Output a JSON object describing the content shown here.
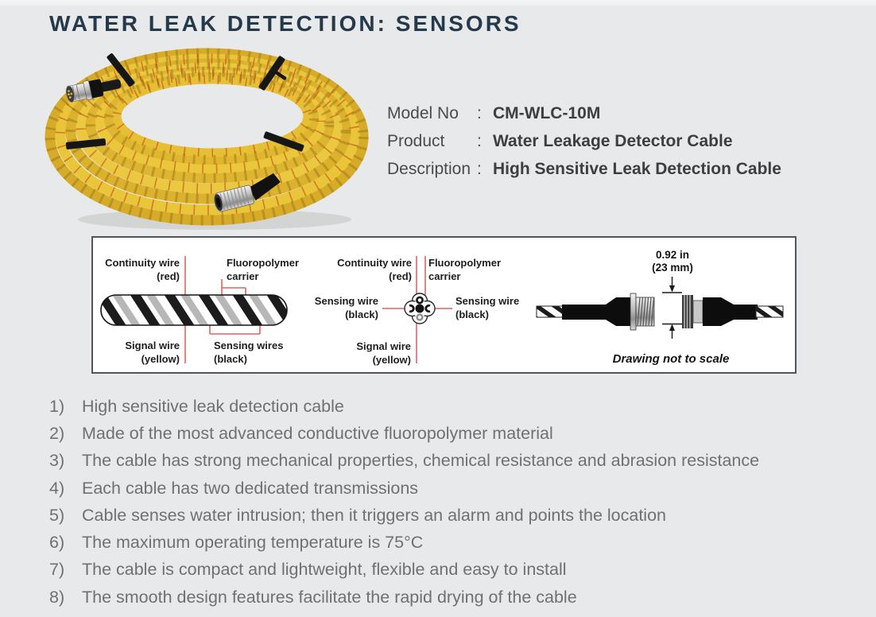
{
  "header": {
    "title": "WATER LEAK DETECTION: SENSORS"
  },
  "product_info": {
    "rows": [
      {
        "label": "Model No",
        "colon": ":",
        "value": "CM-WLC-10M"
      },
      {
        "label": "Product",
        "colon": ":",
        "value": "Water Leakage Detector Cable"
      },
      {
        "label": "Description",
        "colon": ":",
        "value": "High Sensitive Leak Detection Cable"
      }
    ]
  },
  "diagram": {
    "twisted_cable": {
      "continuity_line1": "Continuity wire",
      "continuity_line2": "(red)",
      "fluoropolymer_line1": "Fluoropolymer",
      "fluoropolymer_line2": "carrier",
      "signal_line1": "Signal wire",
      "signal_line2": "(yellow)",
      "sensing_line1": "Sensing wires",
      "sensing_line2": "(black)"
    },
    "cross_section": {
      "continuity_line1": "Continuity wire",
      "continuity_line2": "(red)",
      "fluoropolymer_line1": "Fluoropolymer",
      "fluoropolymer_line2": "carrier",
      "sensing_left_line1": "Sensing wire",
      "sensing_left_line2": "(black)",
      "sensing_right_line1": "Sensing wire",
      "sensing_right_line2": "(black)",
      "signal_line1": "Signal wire",
      "signal_line2": "(yellow)"
    },
    "connector_view": {
      "dimension_line1": "0.92 in",
      "dimension_line2": "(23 mm)",
      "note": "Drawing not to scale"
    }
  },
  "features": {
    "items": [
      {
        "num": "1)",
        "text": "High sensitive leak detection cable"
      },
      {
        "num": "2)",
        "text": "Made of the most advanced conductive fluoropolymer material"
      },
      {
        "num": "3)",
        "text": "The cable has strong mechanical properties, chemical resistance and abrasion resistance"
      },
      {
        "num": "4)",
        "text": "Each cable has two dedicated transmissions"
      },
      {
        "num": "5)",
        "text": "Cable senses water intrusion; then it triggers an alarm and points the location"
      },
      {
        "num": "6)",
        "text": "The maximum operating temperature is 75°C"
      },
      {
        "num": "7)",
        "text": "The cable is compact and lightweight, flexible and easy to install"
      },
      {
        "num": "8)",
        "text": "The smooth design features facilitate the rapid drying of the cable"
      }
    ]
  },
  "colors": {
    "title_text": "#24394b",
    "leader_red": "#e2625f",
    "cable_yellow": "#e6bd32",
    "body_text": "#6f7072",
    "label_text": "#1d1d1f",
    "page_bg": "#e8e9ea"
  }
}
